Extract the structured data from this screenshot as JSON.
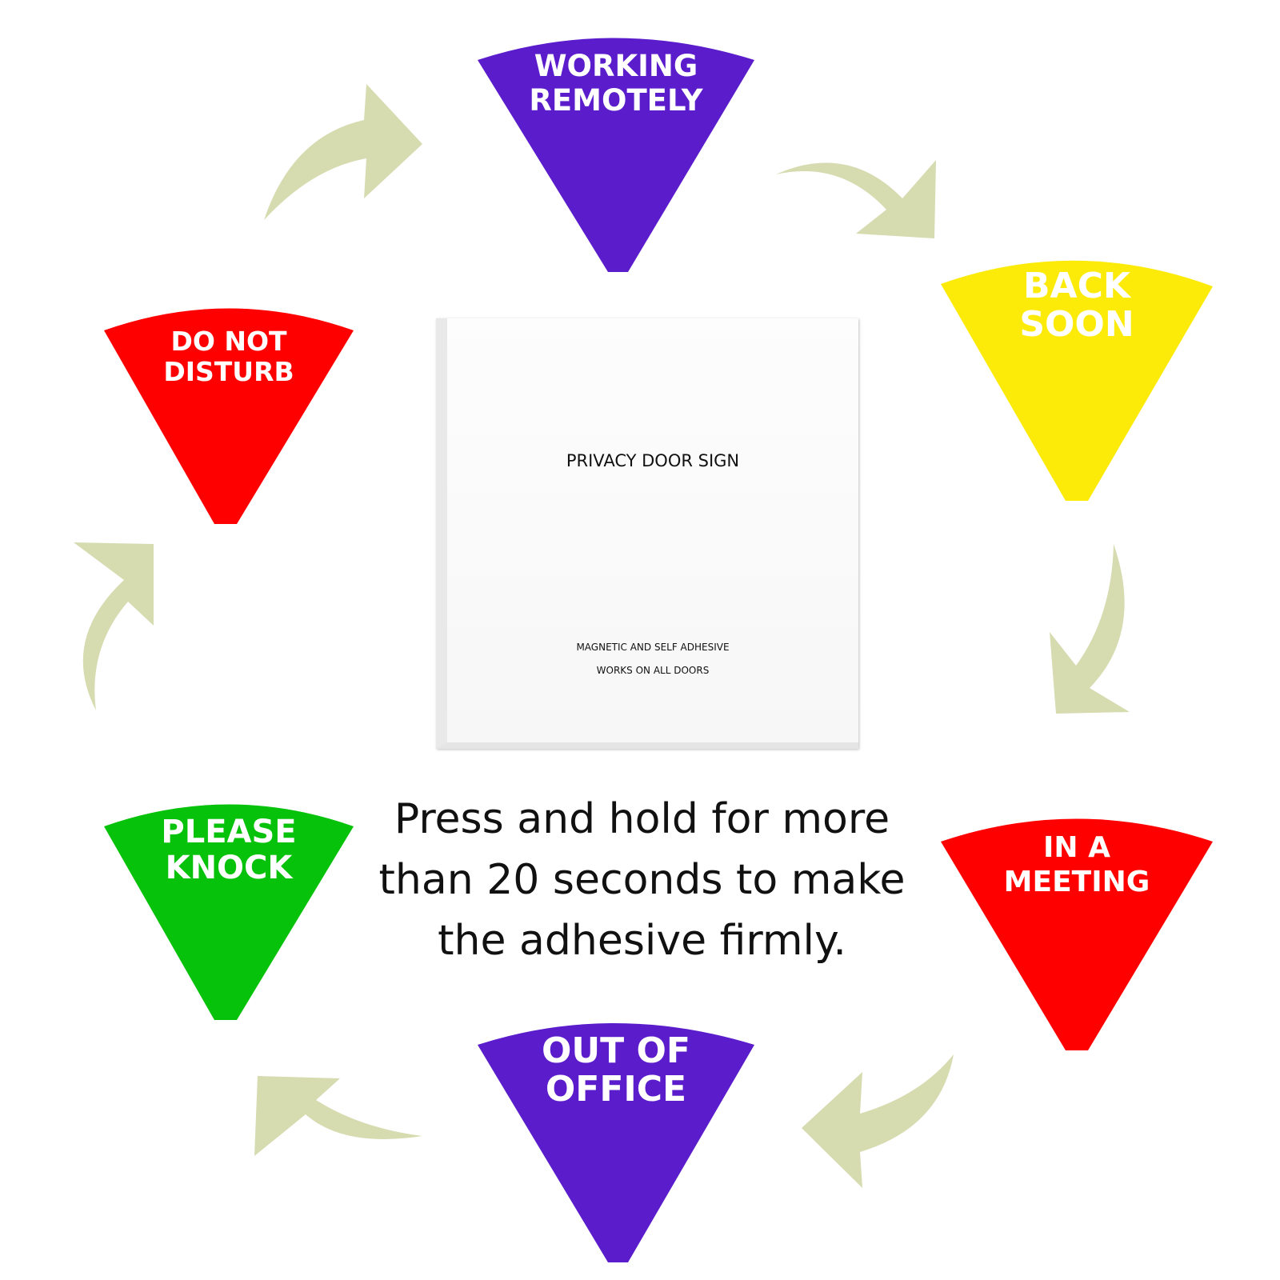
{
  "colors": {
    "purple": "#5b1ccc",
    "yellow": "#fcea08",
    "red": "#fe0000",
    "green": "#06c20a",
    "arrow": "#d6dbb0"
  },
  "signs": {
    "working_remotely": {
      "line1": "WORKING",
      "line2": "REMOTELY"
    },
    "back_soon": {
      "line1": "BACK",
      "line2": "SOON"
    },
    "in_a_meeting": {
      "line1": "IN A",
      "line2": "MEETING"
    },
    "out_of_office": {
      "line1": "OUT OF",
      "line2": "OFFICE"
    },
    "please_knock": {
      "line1": "PLEASE",
      "line2": "KNOCK"
    },
    "do_not_disturb": {
      "line1": "DO NOT",
      "line2": "DISTURB"
    }
  },
  "product_box": {
    "title": "PRIVACY DOOR SIGN",
    "line1": "MAGNETIC AND SELF ADHESIVE",
    "line2": "WORKS ON ALL DOORS"
  },
  "caption": {
    "line1": "Press and hold for more",
    "line2": "than 20 seconds to make",
    "line3": "the adhesive firmly."
  }
}
